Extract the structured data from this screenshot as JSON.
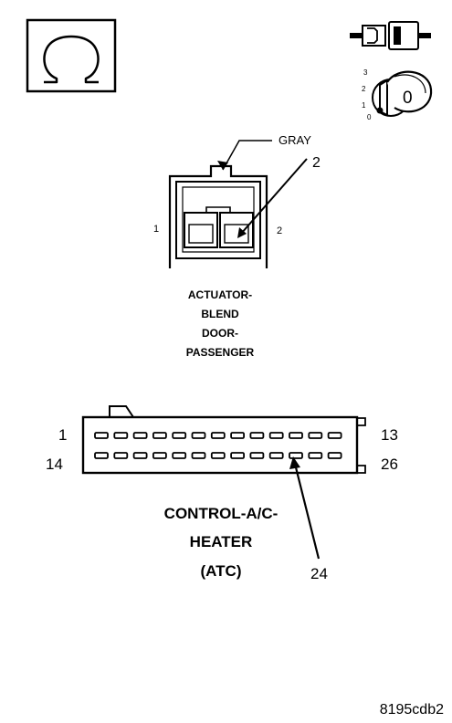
{
  "icons": {
    "ohm_symbol": "ohm-symbol",
    "key_position": "ignition-switch-key",
    "connector_plug": "connector-plug"
  },
  "ignition": {
    "positions": [
      "3",
      "2",
      "1",
      "0"
    ],
    "key_label": "0"
  },
  "actuator_connector": {
    "wire_color": "GRAY",
    "callout_pin": "2",
    "pin_left": "1",
    "pin_right": "2",
    "title_lines": [
      "ACTUATOR-",
      "BLEND",
      "DOOR-",
      "PASSENGER"
    ]
  },
  "control_connector": {
    "top_left_pin": "1",
    "top_right_pin": "13",
    "bottom_left_pin": "14",
    "bottom_right_pin": "26",
    "callout_pin": "24",
    "pin_count_per_row": 13,
    "title_lines": [
      "CONTROL-A/C-",
      "HEATER",
      "(ATC)"
    ]
  },
  "figure_id": "8195cdb2"
}
